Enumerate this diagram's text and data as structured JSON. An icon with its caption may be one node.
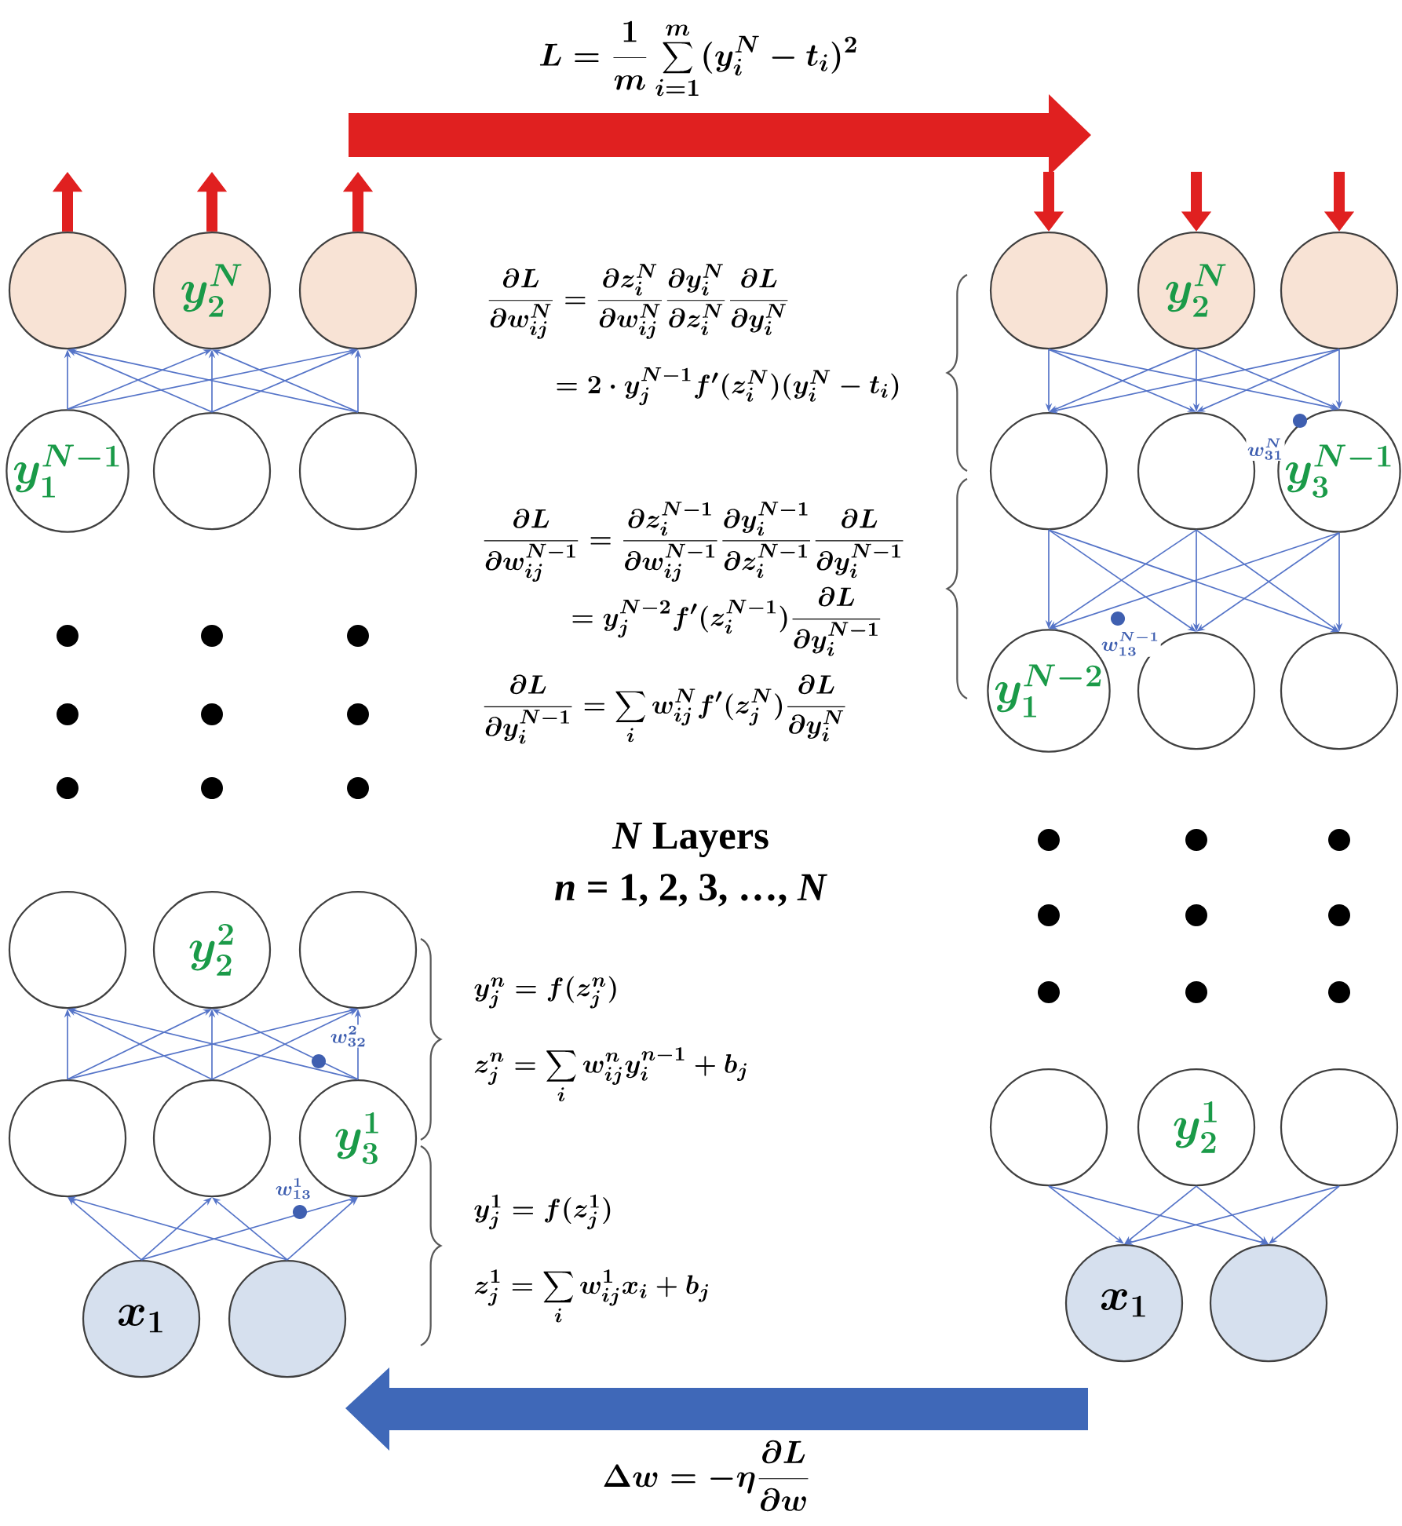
{
  "diagram": {
    "nodes": [
      {
        "text": [],
        "shape": "circle"
      },
      {
        "text": [
          "y_2^N"
        ]
      },
      {
        "text": [],
        "shape": "circle"
      },
      {
        "text": [
          "y_1^{N-1}"
        ]
      },
      {
        "text": [],
        "shape": "circle"
      },
      {
        "text": [],
        "shape": "circle"
      },
      {
        "text": [],
        "shape": "circle"
      },
      {
        "text": [
          "y_2^2"
        ]
      },
      {
        "text": [],
        "shape": "circle"
      },
      {
        "text": [],
        "shape": "circle"
      },
      {
        "text": [],
        "shape": "circle"
      },
      {
        "text": [
          "y_3^1"
        ]
      },
      {
        "text": [
          "x_1"
        ]
      },
      {
        "text": [],
        "shape": "circle"
      },
      {
        "text": [],
        "shape": "circle"
      },
      {
        "text": [
          "y_2^N"
        ]
      },
      {
        "text": [],
        "shape": "circle"
      },
      {
        "text": [],
        "shape": "circle"
      },
      {
        "text": [],
        "shape": "circle"
      },
      {
        "text": [
          "y_3^{N-1}"
        ]
      },
      {
        "text": [
          "y_1^{N-2}"
        ]
      },
      {
        "text": [],
        "shape": "circle"
      },
      {
        "text": [],
        "shape": "circle"
      },
      {
        "text": [],
        "shape": "circle"
      },
      {
        "text": [
          "y_2^1"
        ]
      },
      {
        "text": [],
        "shape": "circle"
      },
      {
        "text": [
          "x_1"
        ]
      },
      {
        "text": [],
        "shape": "circle"
      }
    ],
    "edges": [
      {
        "from": 0,
        "to": null,
        "arrow": "to",
        "style": "thick",
        "color": "#e02020"
      },
      {
        "from": 1,
        "to": null,
        "arrow": "to",
        "style": "thick",
        "color": "#e02020"
      },
      {
        "from": 2,
        "to": null,
        "arrow": "to",
        "style": "thick",
        "color": "#e02020"
      },
      {
        "from": null,
        "to": 14,
        "arrow": "to",
        "style": "thick",
        "color": "#e02020"
      },
      {
        "from": null,
        "to": 15,
        "arrow": "to",
        "style": "thick",
        "color": "#e02020"
      },
      {
        "from": null,
        "to": 16,
        "arrow": "to",
        "style": "thick",
        "color": "#e02020"
      },
      {
        "from": 3,
        "to": 0,
        "arrow": "to"
      },
      {
        "from": 3,
        "to": 1,
        "arrow": "to"
      },
      {
        "from": 3,
        "to": 2,
        "arrow": "to"
      },
      {
        "from": 4,
        "to": 0,
        "arrow": "to"
      },
      {
        "from": 4,
        "to": 1,
        "arrow": "to"
      },
      {
        "from": 4,
        "to": 2,
        "arrow": "to"
      },
      {
        "from": 5,
        "to": 0,
        "arrow": "to"
      },
      {
        "from": 5,
        "to": 1,
        "arrow": "to"
      },
      {
        "from": 5,
        "to": 2,
        "arrow": "to"
      },
      {
        "from": 9,
        "to": 6,
        "arrow": "to"
      },
      {
        "from": 9,
        "to": 7,
        "arrow": "to"
      },
      {
        "from": 9,
        "to": 8,
        "arrow": "to"
      },
      {
        "from": 10,
        "to": 6,
        "arrow": "to"
      },
      {
        "from": 10,
        "to": 7,
        "arrow": "to"
      },
      {
        "from": 10,
        "to": 8,
        "arrow": "to"
      },
      {
        "from": 11,
        "to": 6,
        "arrow": "to"
      },
      {
        "from": 11,
        "to": 7,
        "arrow": "to"
      },
      {
        "from": 11,
        "to": 8,
        "arrow": "to"
      },
      {
        "from": 12,
        "to": 9,
        "arrow": "to"
      },
      {
        "from": 12,
        "to": 10,
        "arrow": "to"
      },
      {
        "from": 12,
        "to": 11,
        "arrow": "to"
      },
      {
        "from": 13,
        "to": 9,
        "arrow": "to"
      },
      {
        "from": 13,
        "to": 10,
        "arrow": "to"
      },
      {
        "from": 13,
        "to": 11,
        "arrow": "to"
      },
      {
        "from": 14,
        "to": 17,
        "arrow": "to"
      },
      {
        "from": 14,
        "to": 18,
        "arrow": "to"
      },
      {
        "from": 14,
        "to": 19,
        "arrow": "to"
      },
      {
        "from": 15,
        "to": 17,
        "arrow": "to"
      },
      {
        "from": 15,
        "to": 18,
        "arrow": "to"
      },
      {
        "from": 15,
        "to": 19,
        "arrow": "to"
      },
      {
        "from": 16,
        "to": 17,
        "arrow": "to"
      },
      {
        "from": 16,
        "to": 18,
        "arrow": "to"
      },
      {
        "from": 16,
        "to": 19,
        "arrow": "to"
      },
      {
        "from": 17,
        "to": 20,
        "arrow": "to"
      },
      {
        "from": 17,
        "to": 21,
        "arrow": "to"
      },
      {
        "from": 17,
        "to": 22,
        "arrow": "to"
      },
      {
        "from": 18,
        "to": 20,
        "arrow": "to"
      },
      {
        "from": 18,
        "to": 21,
        "arrow": "to"
      },
      {
        "from": 18,
        "to": 22,
        "arrow": "to"
      },
      {
        "from": 19,
        "to": 20,
        "arrow": "to"
      },
      {
        "from": 19,
        "to": 21,
        "arrow": "to"
      },
      {
        "from": 19,
        "to": 22,
        "arrow": "to"
      },
      {
        "from": 23,
        "to": 26,
        "arrow": "to"
      },
      {
        "from": 23,
        "to": 27,
        "arrow": "to"
      },
      {
        "from": 24,
        "to": 26,
        "arrow": "to"
      },
      {
        "from": 24,
        "to": 27,
        "arrow": "to"
      },
      {
        "from": 25,
        "to": 26,
        "arrow": "to"
      },
      {
        "from": 25,
        "to": 27,
        "arrow": "to"
      }
    ],
    "labels": [
      "L = \\frac{1}{m}\\sum_{i=1}^{m}(y_i^N - t_i)^2",
      "\\frac{\\partial L}{\\partial w_{ij}^N} = \\frac{\\partial z_i^N}{\\partial w_{ij}^N}\\frac{\\partial y_i^N}{\\partial z_i^N}\\frac{\\partial L}{\\partial y_i^N}",
      "= 2\\cdot y_j^{N-1} f'(z_i^N)(y_i^N - t_i)",
      "w_{31}^N",
      "\\frac{\\partial L}{\\partial w_{ij}^{N-1}} = \\frac{\\partial z_i^{N-1}}{\\partial w_{ij}^{N-1}}\\frac{\\partial y_i^{N-1}}{\\partial z_i^{N-1}}\\frac{\\partial L}{\\partial y_i^{N-1}}",
      "= y_j^{N-2} f'(z_i^{N-1})\\frac{\\partial L}{\\partial y_i^{N-1}}",
      "w_{13}^{N-1}",
      "\\frac{\\partial L}{\\partial y_i^{N-1}} = \\sum_i w_{ij}^N f'(z_j^N)\\frac{\\partial L}{\\partial y_i^N}",
      "*N* Layers",
      "*n* = 1, 2, 3, …, *N*",
      "y_j^n = f(z_j^n)",
      "w_{32}^2",
      "z_j^n = \\sum_i w_{ij}^n y_i^{n-1} + b_j",
      "w_{13}^1",
      "y_j^1 = f(z_j^1)",
      "z_j^1 = \\sum_i w_{ij}^1 x_i + b_j",
      "\\Delta w = -\\eta\\frac{\\partial L}{\\partial w}"
    ]
  }
}
